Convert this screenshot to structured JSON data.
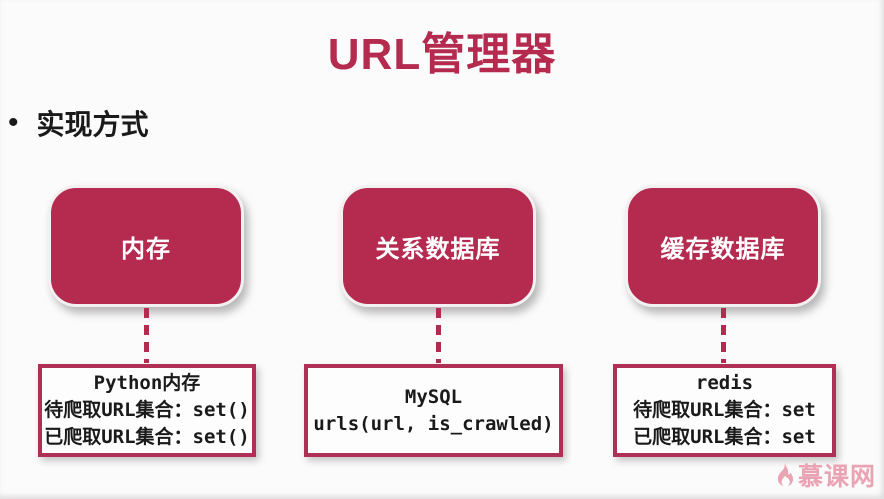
{
  "slide": {
    "title": "URL管理器",
    "bullet": {
      "marker": "•",
      "label": "实现方式"
    },
    "columns": [
      {
        "id": "memory",
        "box_label": "内存",
        "detail_lines": [
          "Python内存",
          "待爬取URL集合：set()",
          "已爬取URL集合：set()"
        ]
      },
      {
        "id": "relational-db",
        "box_label": "关系数据库",
        "detail_lines": [
          "MySQL",
          "urls(url, is_crawled)"
        ]
      },
      {
        "id": "cache-db",
        "box_label": "缓存数据库",
        "detail_lines": [
          "redis",
          "待爬取URL集合：set",
          "已爬取URL集合：set"
        ]
      }
    ],
    "watermark": {
      "icon": "flame-icon",
      "label": "慕课网"
    },
    "colors": {
      "accent": "#b52b50",
      "box_fill": "#b52b50",
      "box_text": "#ffffff",
      "detail_border": "#b03055",
      "watermark": "#e9a3b3",
      "text": "#1a1a1a",
      "background": "#fcfbfb"
    }
  }
}
